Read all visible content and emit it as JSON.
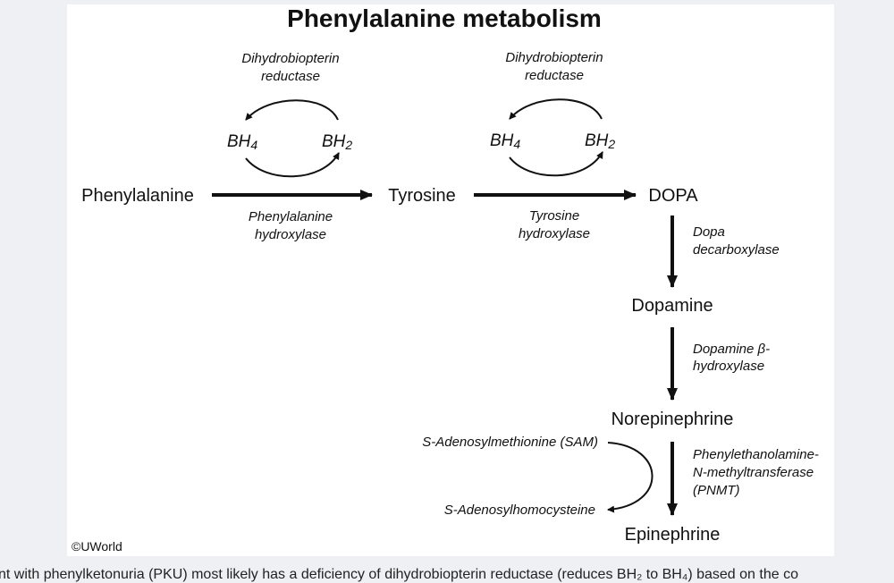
{
  "title": "Phenylalanine metabolism",
  "nodes": {
    "phenylalanine": "Phenylalanine",
    "tyrosine": "Tyrosine",
    "dopa": "DOPA",
    "dopamine": "Dopamine",
    "norepinephrine": "Norepinephrine",
    "epinephrine": "Epinephrine"
  },
  "cycle1": {
    "enzyme_line1": "Dihydrobiopterin",
    "enzyme_line2": "reductase",
    "bh4_main": "BH",
    "bh4_sub": "4",
    "bh2_main": "BH",
    "bh2_sub": "2"
  },
  "cycle2": {
    "enzyme_line1": "Dihydrobiopterin",
    "enzyme_line2": "reductase",
    "bh4_main": "BH",
    "bh4_sub": "4",
    "bh2_main": "BH",
    "bh2_sub": "2"
  },
  "enzymes": {
    "phe_hydroxylase": [
      "Phenylalanine",
      "hydroxylase"
    ],
    "tyr_hydroxylase": [
      "Tyrosine",
      "hydroxylase"
    ],
    "dopa_decarboxylase": [
      "Dopa",
      "decarboxylase"
    ],
    "dopamine_b_hydroxylase": [
      "Dopamine β-",
      "hydroxylase"
    ],
    "pnmt": [
      "Phenylethanolamine-",
      "N-methyltransferase",
      "(PNMT)"
    ]
  },
  "sam": "S-Adenosylmethionine (SAM)",
  "sah": "S-Adenosylhomocysteine",
  "copyright": "©UWorld",
  "caption": "nt with phenylketonuria (PKU) most likely has a deficiency of dihydrobiopterin reductase (reduces BH₂ to BH₄) based on the co"
}
